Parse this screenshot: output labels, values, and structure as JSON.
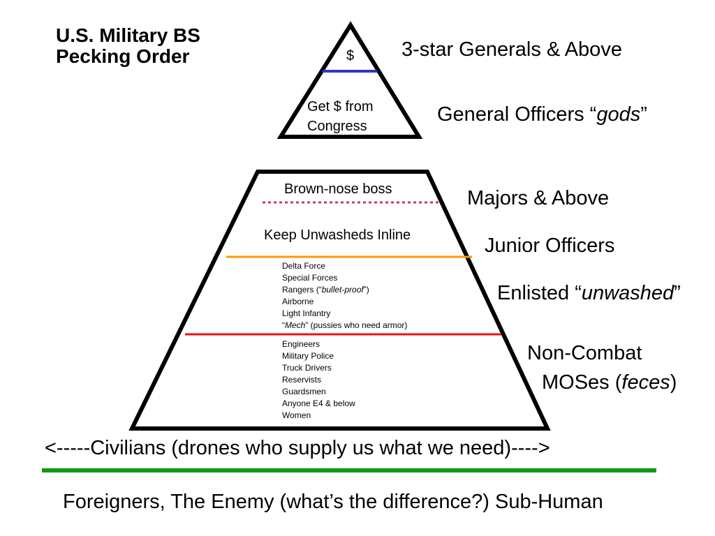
{
  "title": {
    "line1": "U.S. Military BS",
    "line2": "Pecking Order"
  },
  "top_pyramid": {
    "top_label": "$",
    "body_line1": "Get $ from",
    "body_line2": "Congress"
  },
  "main_pyramid": {
    "tier1": "Brown-nose boss",
    "tier2": "Keep Unwasheds Inline",
    "combat_units": [
      {
        "text": "Delta Force"
      },
      {
        "text": "Special Forces"
      },
      {
        "pre": "Rangers (“",
        "em": "bullet-proof",
        "post": "”)"
      },
      {
        "text": "Airborne"
      },
      {
        "text": "Light Infantry"
      },
      {
        "pre": "“",
        "em": "Mech",
        "post": "” (pussies who need armor)"
      }
    ],
    "non_combat_units": [
      "Engineers",
      "Military Police",
      "Truck Drivers",
      "Reservists",
      "Guardsmen",
      "Anyone E4 & below",
      "Women"
    ]
  },
  "right_labels": {
    "three_star": "3-star Generals & Above",
    "general_pre": "General Officers “",
    "general_em": "gods",
    "general_post": "”",
    "majors": "Majors & Above",
    "junior": "Junior Officers",
    "enlisted_pre": "Enlisted “",
    "enlisted_em": "unwashed",
    "enlisted_post": "”",
    "noncombat_line1": "Non-Combat",
    "noncombat_line2_pre": "MOSes (",
    "noncombat_line2_em": "feces",
    "noncombat_line2_post": ")"
  },
  "civilians": "<-----Civilians  (drones who supply us what we need)---->",
  "foreigners": "Foreigners, The Enemy (what’s the difference?) Sub-Human",
  "colors": {
    "dollar_line": "#3333cc",
    "majors_line": "#cc3377",
    "junior_line": "#ff9900",
    "enlisted_line": "#ee1111",
    "civilian_line": "#119911"
  }
}
